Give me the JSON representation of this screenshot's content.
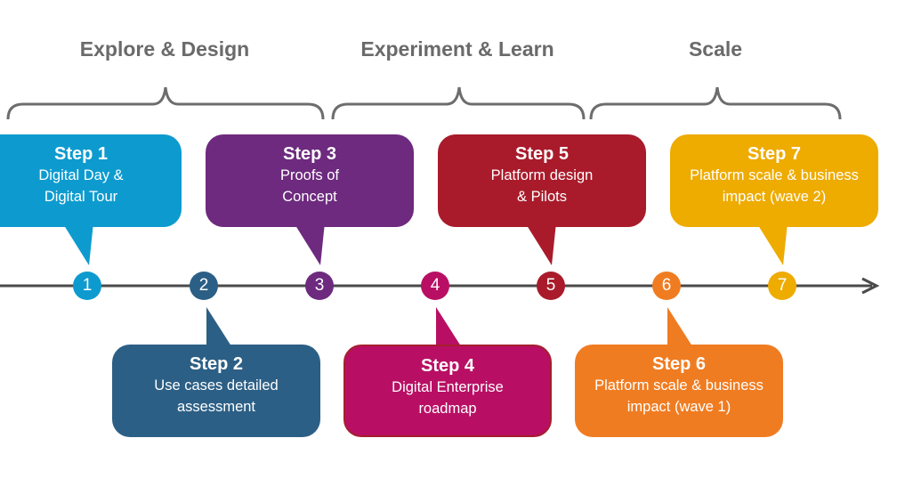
{
  "phases": [
    {
      "label": "Explore & Design"
    },
    {
      "label": "Experiment & Learn"
    },
    {
      "label": "Scale"
    }
  ],
  "colors": {
    "brace": "#6d6d6d",
    "axis": "#4a4a4a"
  },
  "steps": [
    {
      "number": "1",
      "title": "Step 1",
      "line1": "Digital Day &",
      "line2": "Digital Tour",
      "color": "#0d9bcf"
    },
    {
      "number": "2",
      "title": "Step 2",
      "line1": "Use cases detailed",
      "line2": "assessment",
      "color": "#2c5f85"
    },
    {
      "number": "3",
      "title": "Step 3",
      "line1": "Proofs of",
      "line2": "Concept",
      "color": "#6d2a7e"
    },
    {
      "number": "4",
      "title": "Step 4",
      "line1": "Digital Enterprise",
      "line2": "roadmap",
      "color": "#b80f64"
    },
    {
      "number": "5",
      "title": "Step 5",
      "line1": "Platform design",
      "line2": "& Pilots",
      "color": "#a91b2b"
    },
    {
      "number": "6",
      "title": "Step 6",
      "line1": "Platform scale & business",
      "line2": "impact (wave 1)",
      "color": "#f07c21"
    },
    {
      "number": "7",
      "title": "Step 7",
      "line1": "Platform scale & business",
      "line2": "impact (wave 2)",
      "color": "#eeab00"
    }
  ]
}
